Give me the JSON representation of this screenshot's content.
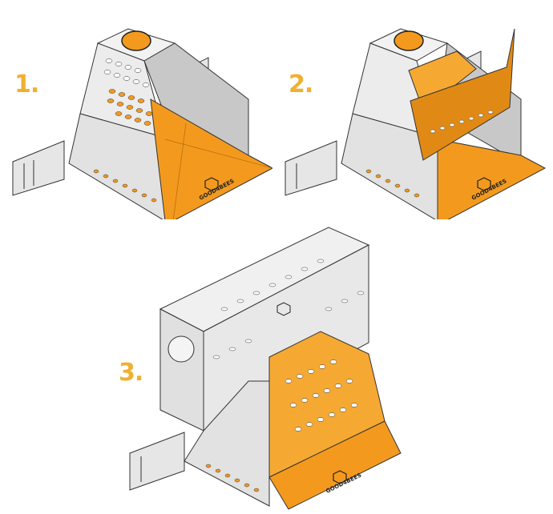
{
  "diagram": {
    "type": "assembly-instructions",
    "colors": {
      "accent_orange": "#f39a1e",
      "step_number": "#f0b030",
      "metal_light": "#ececec",
      "metal_mid": "#cfcfcf",
      "outline": "#333333",
      "background": "#ffffff"
    },
    "steps": [
      {
        "number": "1.",
        "description": "Base pyramid housing with orange flap folded down and side panel attached",
        "brand_label": "GOOD4BEES"
      },
      {
        "number": "2.",
        "description": "Orange perforated cover plate inserted over base housing",
        "brand_label": "GOOD4BEES"
      },
      {
        "number": "3.",
        "description": "Rectangular perforated box mounted on top of assembled base",
        "brand_label": "GOOD4BEES"
      }
    ]
  }
}
